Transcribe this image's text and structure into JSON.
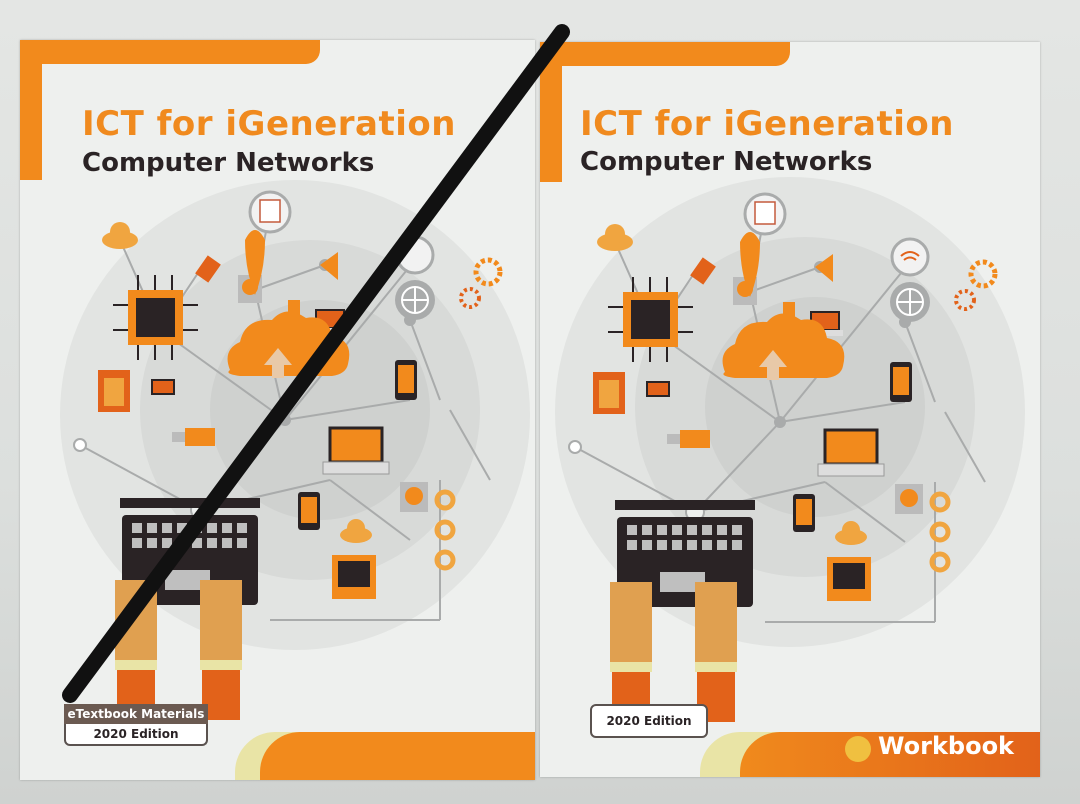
{
  "scene": {
    "description": "Photo of two textbook covers side by side on a table; left cover crossed out with a black marker line",
    "colors": {
      "orange": "#f28a1c",
      "dark_orange": "#e2621a",
      "pale_yellow": "#e9e4a6",
      "title_orange": "#f08a1e",
      "dark_text": "#2a2325",
      "label_brown": "#6b5a51",
      "marker_black": "#111111",
      "cover_bg": "#eef0ee"
    }
  },
  "books": [
    {
      "id": "left",
      "title": "ICT for iGeneration",
      "subtitle": "Computer Networks",
      "label": "eTextbook Materials",
      "edition": "2020 Edition",
      "crossed_out": true
    },
    {
      "id": "right",
      "title": "ICT for iGeneration",
      "subtitle": "Computer Networks",
      "edition": "2020 Edition",
      "badge": "Workbook",
      "crossed_out": false
    }
  ],
  "illustration": {
    "icons": [
      "cloud-upload-icon",
      "cpu-chip-icon",
      "sd-card-icon",
      "usb-plug-icon",
      "hard-drive-icon",
      "speaker-icon",
      "document-icon",
      "wifi-icon",
      "globe-icon",
      "gear-icon",
      "laptop-icon",
      "smartphone-icon",
      "usb-drive-icon",
      "tower-pc-icon",
      "photo-icon",
      "keyboard-icon",
      "hands-icon"
    ]
  }
}
